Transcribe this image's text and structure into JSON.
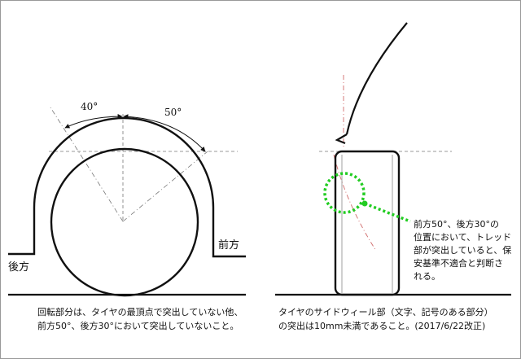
{
  "left": {
    "angle_back": "40°",
    "angle_front": "50°",
    "label_rear": "後方",
    "label_front": "前方",
    "caption": {
      "line1": "回転部分は、タイヤの最頂点で突出していない他、",
      "line2": "前方50°、後方30°において突出していないこと。"
    }
  },
  "right": {
    "note": {
      "line1": "前方50°、後方30°の",
      "line2": "位置において、トレッド",
      "line3": "部が突出していると、保",
      "line4": "安基準不適合と判断さ",
      "line5": "れる。"
    },
    "caption": {
      "line1": "タイヤのサイドウィール部（文字、記号のある部分）",
      "line2": "の突出は10mm未満であること。(2017/6/22改正)"
    }
  },
  "colors": {
    "stroke": "#111111",
    "guide": "#777777",
    "angle_line": "#d06a6a",
    "highlight": "#22cc22"
  }
}
